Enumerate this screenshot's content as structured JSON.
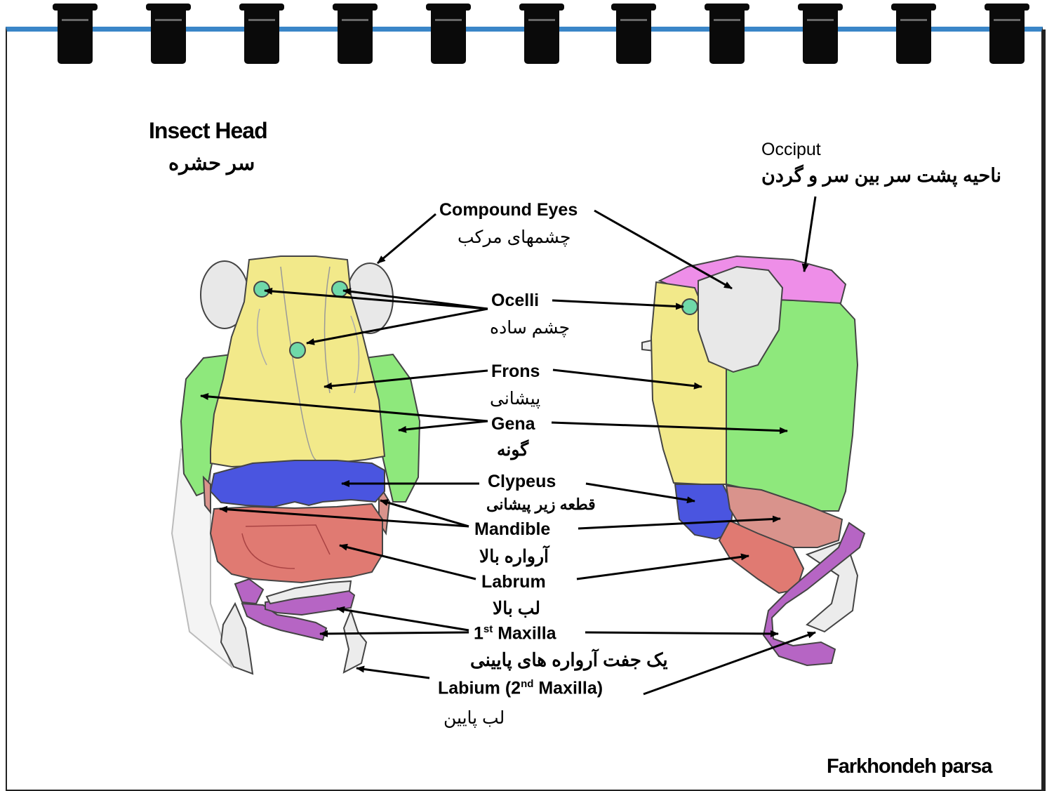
{
  "title": {
    "en": "Insect Head",
    "fa": "سر حشره"
  },
  "credit": "Farkhondeh parsa",
  "labels": {
    "occiput": {
      "en": "Occiput",
      "fa": "ناحیه پشت سر بین سر و گردن"
    },
    "compound_eyes": {
      "en": "Compound Eyes",
      "fa": "چشمهای مرکب"
    },
    "ocelli": {
      "en": "Ocelli",
      "fa": "چشم ساده"
    },
    "frons": {
      "en": "Frons",
      "fa": "پیشانی"
    },
    "gena": {
      "en": "Gena",
      "fa": "گونه"
    },
    "clypeus": {
      "en": "Clypeus",
      "fa": "قطعه زیر پیشانی"
    },
    "mandible": {
      "en": "Mandible",
      "fa": "آرواره بالا"
    },
    "labrum": {
      "en": "Labrum",
      "fa": "لب بالا"
    },
    "maxilla1": {
      "num": "1",
      "sup": "st",
      "name": "Maxilla",
      "fa": "یک جفت آرواره های پایینی"
    },
    "labium": {
      "pre": "Labium (2",
      "sup": "nd",
      "post": " Maxilla)",
      "fa": "لب پایین"
    }
  },
  "colors": {
    "frons": "#f2e98a",
    "gena": "#8ee87c",
    "clypeus": "#4a55e0",
    "labrum": "#e07a72",
    "mandible": "#d9938c",
    "maxilla": "#b665c4",
    "occiput": "#ee8ee8",
    "ocelli": "#6fd9a9",
    "eye": "#e8e8e8",
    "labium": "#ececec",
    "frame_top": "#3a86c8"
  }
}
